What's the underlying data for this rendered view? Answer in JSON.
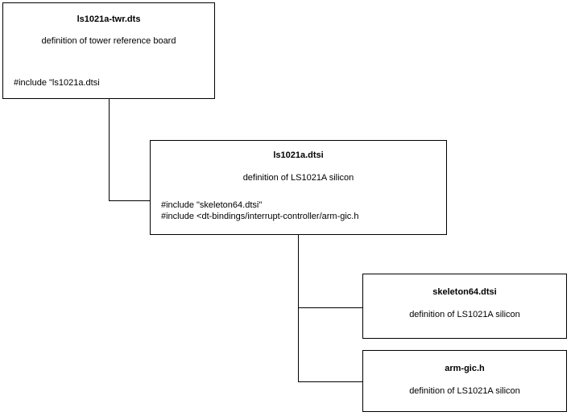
{
  "diagram": {
    "type": "include-hierarchy",
    "background_color": "#ffffff",
    "line_color": "#000000",
    "text_color": "#000000",
    "nodes": [
      {
        "id": "ls1021a-twr-dts",
        "title": "ls1021a-twr.dts",
        "subtitle": "definition of tower reference board",
        "includes": [
          "#include \"ls1021a.dtsi"
        ]
      },
      {
        "id": "ls1021a-dtsi",
        "title": "ls1021a.dtsi",
        "subtitle": "definition of LS1021A silicon",
        "includes": [
          "#include \"skeleton64.dtsi\"",
          "#include <dt-bindings/interrupt-controller/arm-gic.h"
        ]
      },
      {
        "id": "skeleton64-dtsi",
        "title": "skeleton64.dtsi",
        "subtitle": "definition of LS1021A silicon",
        "includes": []
      },
      {
        "id": "arm-gic-h",
        "title": "arm-gic.h",
        "subtitle": "definition of LS1021A silicon",
        "includes": []
      }
    ],
    "edges": [
      {
        "from": "ls1021a-twr-dts",
        "to": "ls1021a-dtsi"
      },
      {
        "from": "ls1021a-dtsi",
        "to": "skeleton64-dtsi"
      },
      {
        "from": "ls1021a-dtsi",
        "to": "arm-gic-h"
      }
    ]
  }
}
